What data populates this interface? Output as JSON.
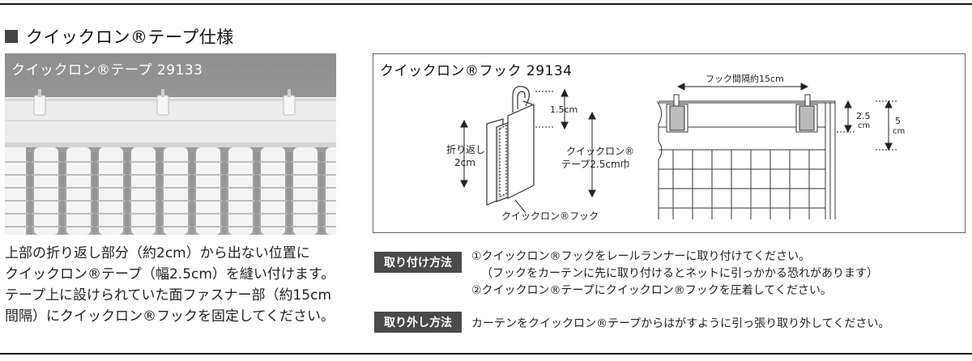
{
  "section_title": "クイックロン®テープ仕様",
  "photo": {
    "label": "クイックロン®テープ 29133"
  },
  "description": [
    "上部の折り返し部分（約2cm）から出ない位置に",
    "クイックロン®テープ（幅2.5cm）を縫い付けます。",
    "テープ上に設けられていた面ファスナー部（約15cm",
    "間隔）にクイックロン®フックを固定してください。"
  ],
  "diagram": {
    "label": "クイックロン®フック 29134",
    "fold_label_1": "折り返し",
    "fold_label_2": "2cm",
    "dim_15": "1.5cm",
    "tape_width_1": "クイックロン®",
    "tape_width_2": "テープ2.5cm巾",
    "hook_label": "クイックロン®フック",
    "spacing_label": "フック間隔約15cm",
    "dim_25_a": "2.5",
    "dim_25_b": "cm",
    "dim_5_a": "5",
    "dim_5_b": "cm"
  },
  "methods": {
    "attach_label": "取り付け方法",
    "attach_lines": [
      "①クイックロン®フックをレールランナーに取り付けてください。",
      "（フックをカーテンに先に取り付けるとネットに引っかかる恐れがあります）",
      "②クイックロン®テープにクイックロン®フックを圧着してください。"
    ],
    "remove_label": "取り外し方法",
    "remove_line": "カーテンをクイックロン®テープからはがすように引っ張り取り外してください。"
  }
}
